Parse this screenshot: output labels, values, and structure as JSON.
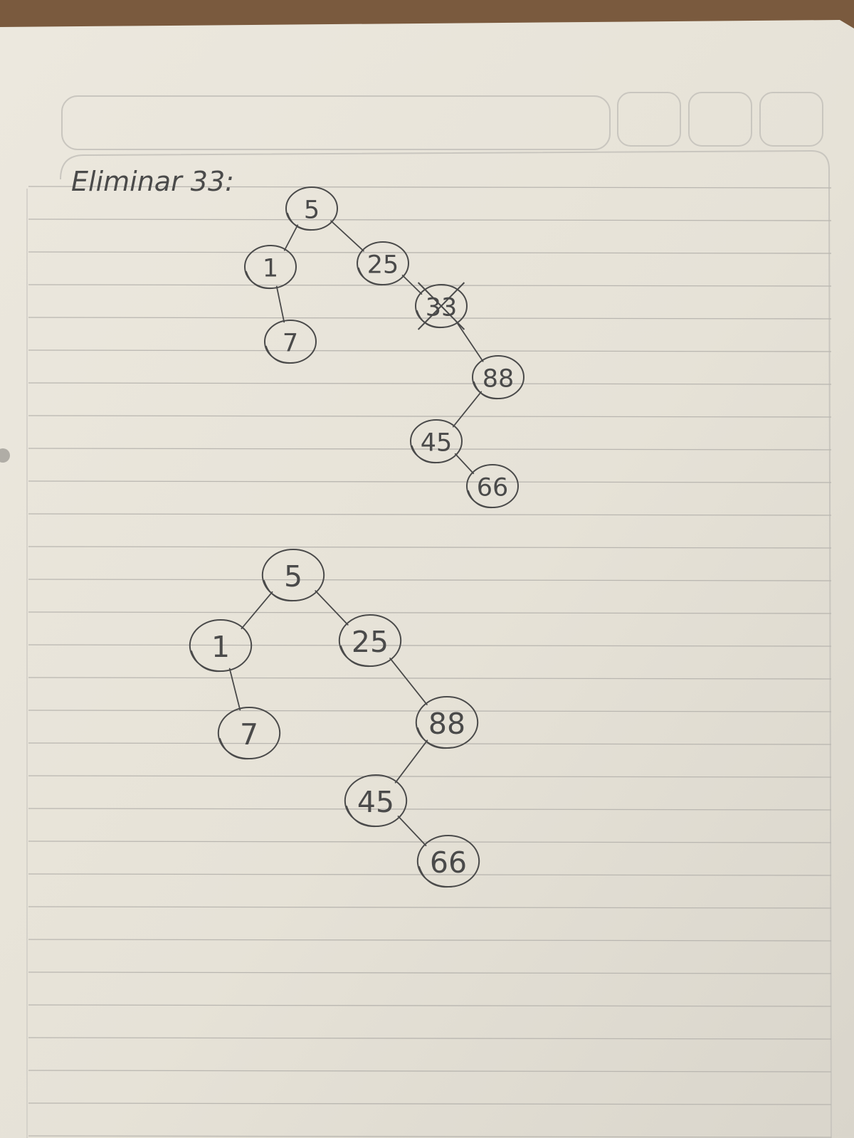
{
  "heading": "Eliminar 33:",
  "trees": [
    {
      "id": "before",
      "nodes": [
        {
          "key": "n5",
          "label": "5"
        },
        {
          "key": "n1",
          "label": "1"
        },
        {
          "key": "n7",
          "label": "7"
        },
        {
          "key": "n25",
          "label": "25"
        },
        {
          "key": "n33",
          "label": "33",
          "crossed_out": true
        },
        {
          "key": "n88",
          "label": "88"
        },
        {
          "key": "n45",
          "label": "45"
        },
        {
          "key": "n66",
          "label": "66"
        }
      ],
      "edges": [
        [
          "n5",
          "n1"
        ],
        [
          "n5",
          "n25"
        ],
        [
          "n1",
          "n7"
        ],
        [
          "n25",
          "n33"
        ],
        [
          "n33",
          "n88"
        ],
        [
          "n88",
          "n45"
        ],
        [
          "n45",
          "n66"
        ]
      ]
    },
    {
      "id": "after",
      "nodes": [
        {
          "key": "n5",
          "label": "5"
        },
        {
          "key": "n1",
          "label": "1"
        },
        {
          "key": "n7",
          "label": "7"
        },
        {
          "key": "n25",
          "label": "25"
        },
        {
          "key": "n88",
          "label": "88"
        },
        {
          "key": "n45",
          "label": "45"
        },
        {
          "key": "n66",
          "label": "66"
        }
      ],
      "edges": [
        [
          "n5",
          "n1"
        ],
        [
          "n5",
          "n25"
        ],
        [
          "n1",
          "n7"
        ],
        [
          "n25",
          "n88"
        ],
        [
          "n88",
          "n45"
        ],
        [
          "n45",
          "n66"
        ]
      ]
    }
  ],
  "colors": {
    "pencil": "#4a4a4a",
    "paper": "#eae6dc",
    "rule": "#b9b6b0",
    "desk": "#7a5a3e"
  }
}
